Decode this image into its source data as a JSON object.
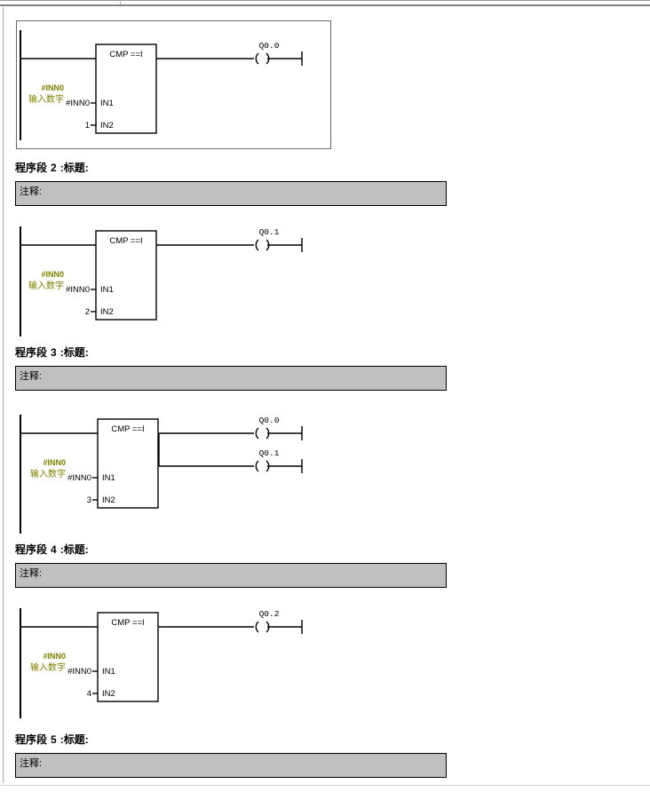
{
  "document": {
    "kind": "ladder-logic-print-preview",
    "background_color": "#ffffff"
  },
  "colors": {
    "wire": "#000000",
    "symbol_label": "#808000",
    "comment_box_bg": "#c0c0c0",
    "comment_box_border": "#000000",
    "selection_border": "#666666",
    "page_rule": "#a6a6a6"
  },
  "labels": {
    "segment_word": "程序段",
    "title_label": "标题:",
    "colon": ":",
    "comment_label": "注释:"
  },
  "networks": [
    {
      "id": "network-1",
      "header_visible": false,
      "comment_visible": false,
      "selected": true,
      "rung": {
        "box": {
          "title": "CMP ==I",
          "symbol_label": "#INN0",
          "symbol_comment": "输入数字",
          "inputs": [
            {
              "pin": "IN1",
              "operand": "#INN0"
            },
            {
              "pin": "IN2",
              "operand": "1"
            }
          ]
        },
        "outputs": [
          {
            "operand": "Q0.0",
            "type": "coil"
          }
        ]
      }
    },
    {
      "id": "network-2",
      "header_visible": true,
      "number": "2",
      "comment_visible": true,
      "selected": false,
      "rung": {
        "box": {
          "title": "CMP ==I",
          "symbol_label": "#INN0",
          "symbol_comment": "输入数字",
          "inputs": [
            {
              "pin": "IN1",
              "operand": "#INN0"
            },
            {
              "pin": "IN2",
              "operand": "2"
            }
          ]
        },
        "outputs": [
          {
            "operand": "Q0.1",
            "type": "coil"
          }
        ]
      }
    },
    {
      "id": "network-3",
      "header_visible": true,
      "number": "3",
      "comment_visible": true,
      "selected": false,
      "rung": {
        "box": {
          "title": "CMP ==I",
          "symbol_label": "#INN0",
          "symbol_comment": "输入数字",
          "inputs": [
            {
              "pin": "IN1",
              "operand": "#INN0"
            },
            {
              "pin": "IN2",
              "operand": "3"
            }
          ]
        },
        "outputs": [
          {
            "operand": "Q0.0",
            "type": "coil"
          },
          {
            "operand": "Q0.1",
            "type": "coil"
          }
        ]
      }
    },
    {
      "id": "network-4",
      "header_visible": true,
      "number": "4",
      "comment_visible": true,
      "selected": false,
      "rung": {
        "box": {
          "title": "CMP ==I",
          "symbol_label": "#INN0",
          "symbol_comment": "输入数字",
          "inputs": [
            {
              "pin": "IN1",
              "operand": "#INN0"
            },
            {
              "pin": "IN2",
              "operand": "4"
            }
          ]
        },
        "outputs": [
          {
            "operand": "Q0.2",
            "type": "coil"
          }
        ]
      }
    },
    {
      "id": "network-5",
      "header_visible": true,
      "number": "5",
      "comment_visible": true,
      "selected": false,
      "rung": null
    }
  ]
}
